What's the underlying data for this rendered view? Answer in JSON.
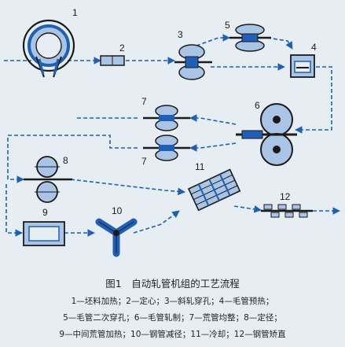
{
  "figure": {
    "title": "图1　自动轧管机组的工艺流程",
    "legend_lines": [
      "1—坯料加热；2—定心；3—斜轧穿孔；4—毛管预热；",
      "5—毛管二次穿孔；6—毛管轧制；7—荒管均整；8—定径；",
      "9—中间荒管加热；10—钢管减径；11—冷却；12—钢管矫直"
    ]
  },
  "stations": [
    {
      "id": "1",
      "name": "坯料加热"
    },
    {
      "id": "2",
      "name": "定心"
    },
    {
      "id": "3",
      "name": "斜轧穿孔"
    },
    {
      "id": "4",
      "name": "毛管预热"
    },
    {
      "id": "5",
      "name": "毛管二次穿孔"
    },
    {
      "id": "6",
      "name": "毛管轧制"
    },
    {
      "id": "7",
      "name": "荒管均整"
    },
    {
      "id": "7b",
      "label": "7",
      "name": "荒管均整"
    },
    {
      "id": "8",
      "name": "定径"
    },
    {
      "id": "9",
      "name": "中间荒管加热"
    },
    {
      "id": "10",
      "name": "钢管减径"
    },
    {
      "id": "11",
      "name": "冷却"
    },
    {
      "id": "12",
      "name": "钢管矫直"
    }
  ],
  "colors": {
    "line": "#1f5fb8",
    "ink": "#1b1b1b",
    "fill": "#a9c4e4",
    "paper": "#e6eef3"
  }
}
